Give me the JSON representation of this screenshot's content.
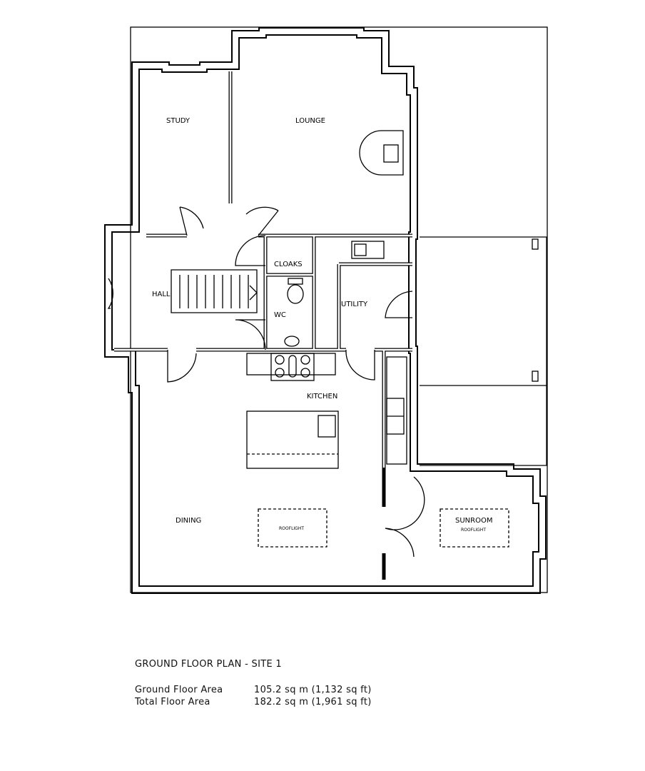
{
  "rooms": {
    "study": "STUDY",
    "lounge": "LOUNGE",
    "cloaks": "CLOAKS",
    "hall": "HALL",
    "wc": "WC",
    "utility": "UTILITY",
    "kitchen": "KITCHEN",
    "dining": "DINING",
    "sunroom": "SUNROOM",
    "rooflight": "ROOFLIGHT",
    "sunroom_rooflight": "ROOFLIGHT"
  },
  "caption": {
    "title": "GROUND FLOOR PLAN - SITE 1",
    "rows": [
      {
        "label": "Ground Floor Area",
        "value": "105.2 sq m (1,132 sq ft)"
      },
      {
        "label": "Total Floor Area",
        "value": "182.2 sq m (1,961 sq ft)"
      }
    ]
  }
}
